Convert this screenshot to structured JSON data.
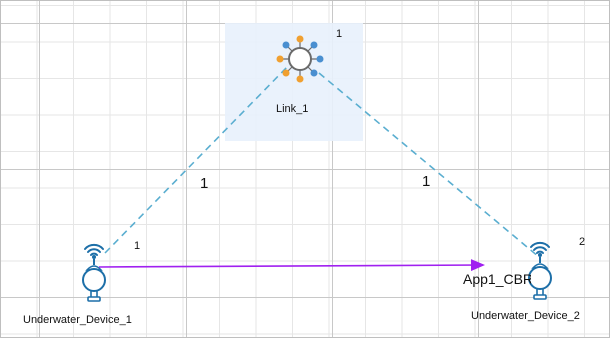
{
  "link": {
    "name": "Link_1",
    "id_badge": "1"
  },
  "devices": [
    {
      "name": "Underwater_Device_1",
      "id_badge": "1"
    },
    {
      "name": "Underwater_Device_2",
      "id_badge": "2"
    }
  ],
  "link_edges": {
    "left_label": "1",
    "right_label": "1"
  },
  "application": {
    "label": "App1_CBR",
    "color": "#a020f0"
  },
  "colors": {
    "link_line": "#5aaed0",
    "device_outline": "#1d6fa8",
    "hub_orange": "#f0a030",
    "hub_blue": "#4a8fd0"
  }
}
